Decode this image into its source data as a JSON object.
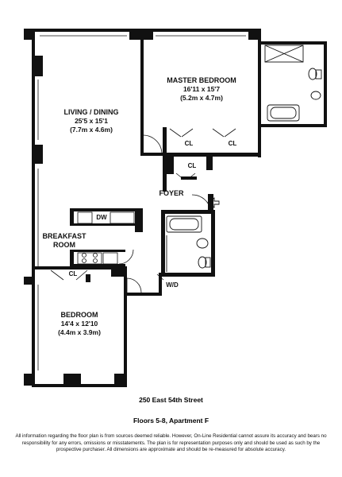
{
  "rooms": {
    "living": {
      "name": "LIVING / DINING",
      "dim_ft": "25'5 x 15'1",
      "dim_m": "(7.7m x 4.6m)"
    },
    "master": {
      "name": "MASTER BEDROOM",
      "dim_ft": "16'11 x 15'7",
      "dim_m": "(5.2m x 4.7m)"
    },
    "bedroom": {
      "name": "BEDROOM",
      "dim_ft": "14'4 x 12'10",
      "dim_m": "(4.4m x 3.9m)"
    },
    "breakfast": {
      "line1": "BREAKFAST",
      "line2": "ROOM"
    },
    "foyer": {
      "name": "FOYER"
    }
  },
  "labels": {
    "closet": "CL",
    "dishwasher": "DW",
    "washer_dryer": "W/D"
  },
  "footer": {
    "address": "250 East 54th Street",
    "floors": "Floors 5-8, Apartment F",
    "disclaimer": "All information regarding the floor plan is from sources deemed reliable.  However, On-Line Residential cannot assure its accuracy and bears no responsibility for any errors, omissions or misstatements.  The plan is for representation purposes only and should be used as such by the prospective purchaser.  All dimensions are approximate and should be re-measured for absolute accuracy."
  }
}
